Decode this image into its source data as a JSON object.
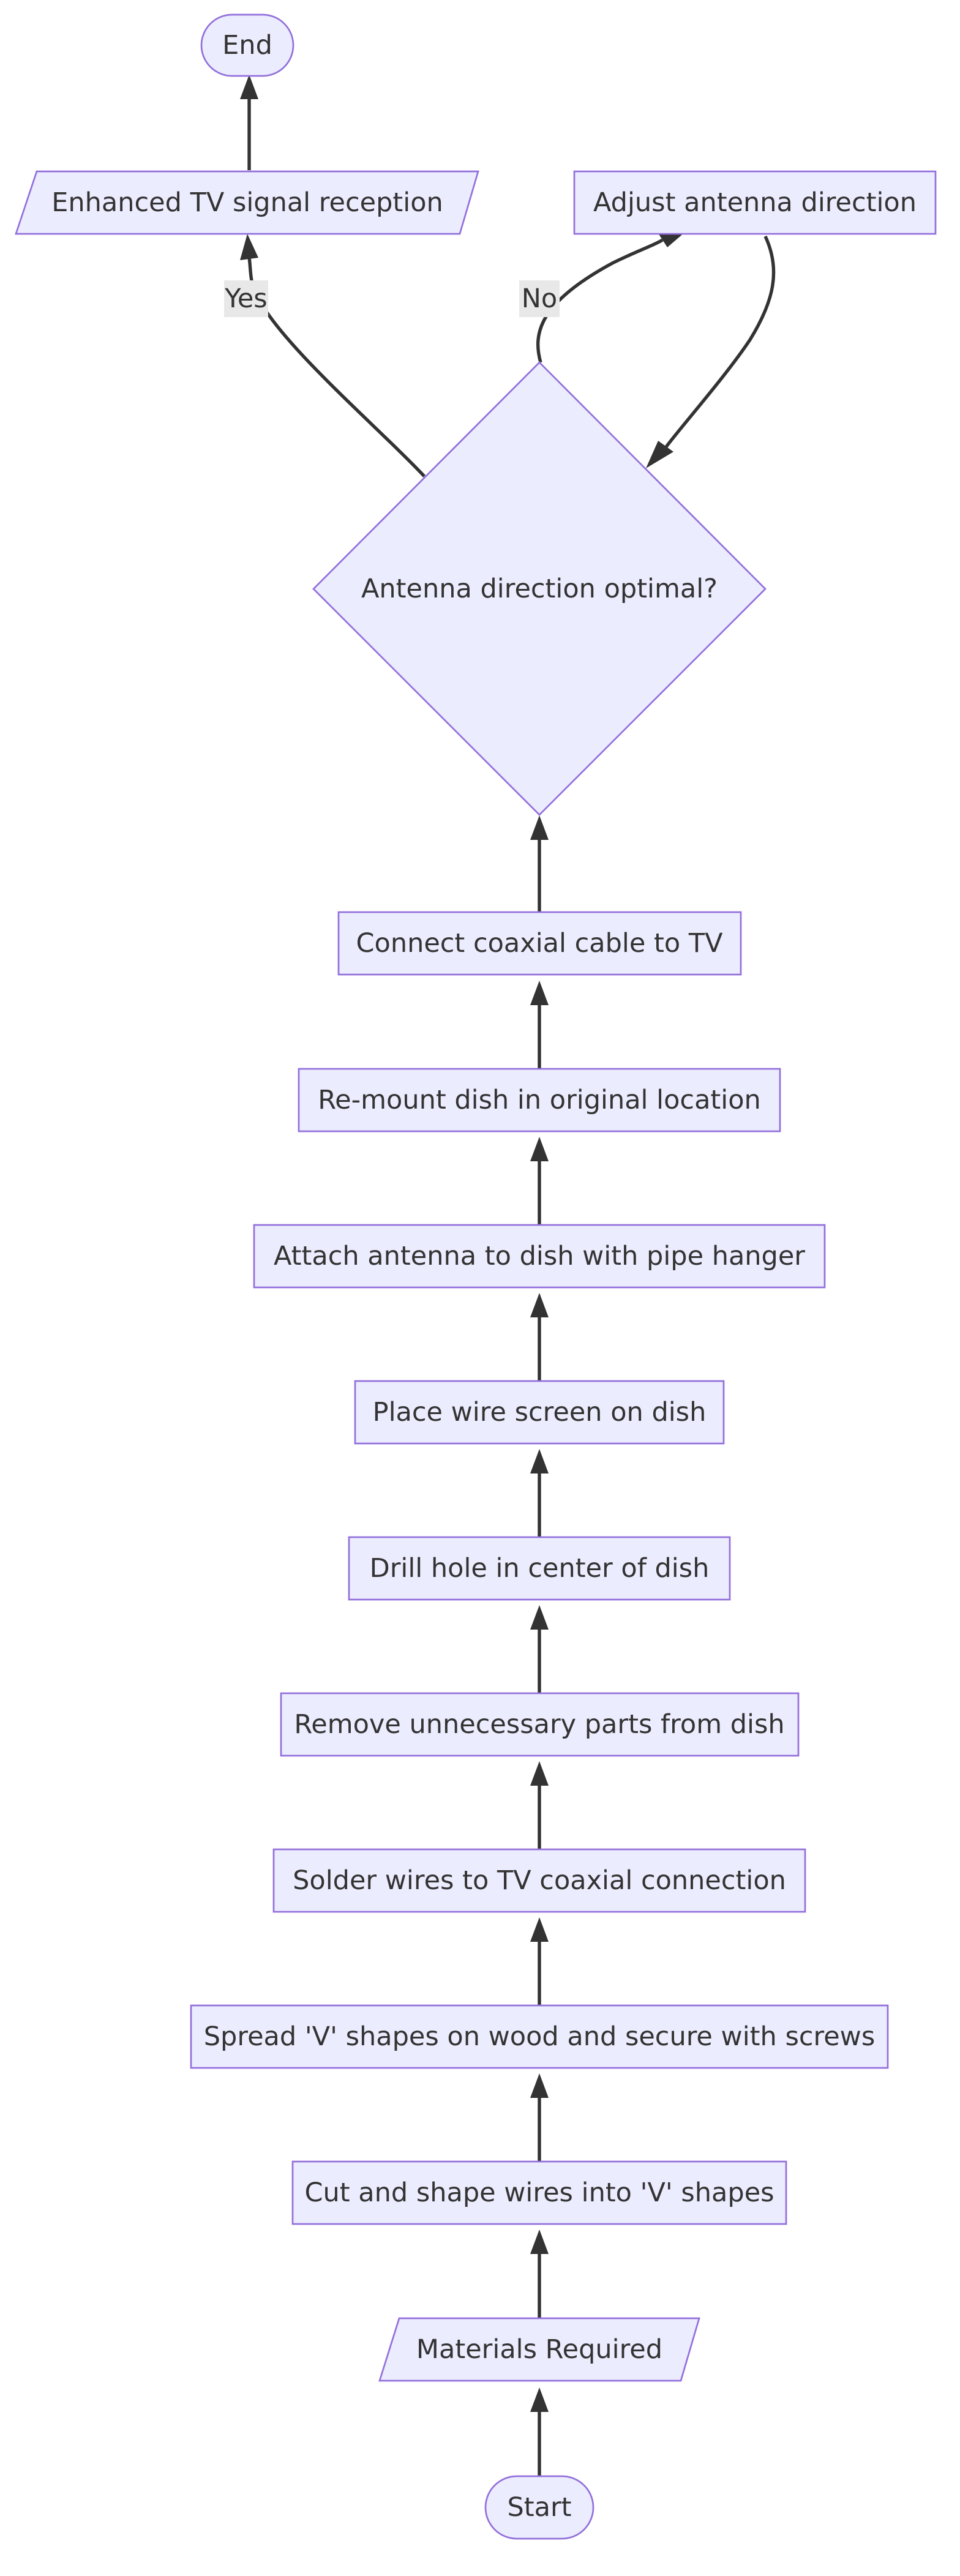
{
  "diagram": {
    "nodes": {
      "end": "End",
      "enhanced": "Enhanced TV signal reception",
      "adjust": "Adjust antenna direction",
      "decision": "Antenna direction optimal?",
      "connect": "Connect coaxial cable to TV",
      "remount": "Re-mount dish in original location",
      "attach": "Attach antenna to dish with pipe hanger",
      "screen": "Place wire screen on dish",
      "drill": "Drill hole in center of dish",
      "remove": "Remove unnecessary parts from dish",
      "solder": "Solder wires to TV coaxial connection",
      "spread": "Spread 'V' shapes on wood and secure with screws",
      "cut": "Cut and shape wires into 'V' shapes",
      "materials": "Materials Required",
      "start": "Start"
    },
    "edge_labels": {
      "yes": "Yes",
      "no": "No"
    }
  }
}
